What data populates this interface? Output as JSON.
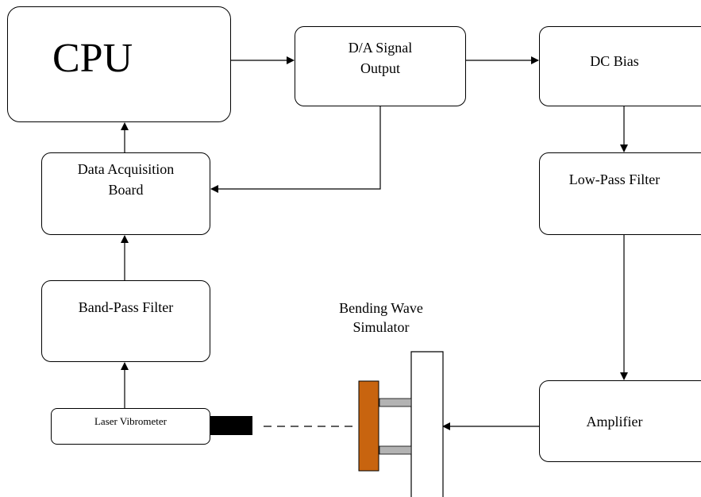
{
  "boxes": {
    "cpu": "CPU",
    "da_signal_output": "D/A Signal\nOutput",
    "dc_bias": "DC Bias",
    "data_acquisition_board": "Data Acquisition\nBoard",
    "low_pass_filter": "Low-Pass Filter",
    "band_pass_filter": "Band-Pass Filter",
    "amplifier": "Amplifier",
    "laser_vibrometer": "Laser Vibrometer"
  },
  "labels": {
    "bending_wave_simulator": "Bending Wave\nSimulator"
  },
  "colors": {
    "line": "#000000",
    "plate_fill": "#c8640f",
    "bar_fill": "#b3b3b3",
    "lens_fill": "#000000"
  }
}
